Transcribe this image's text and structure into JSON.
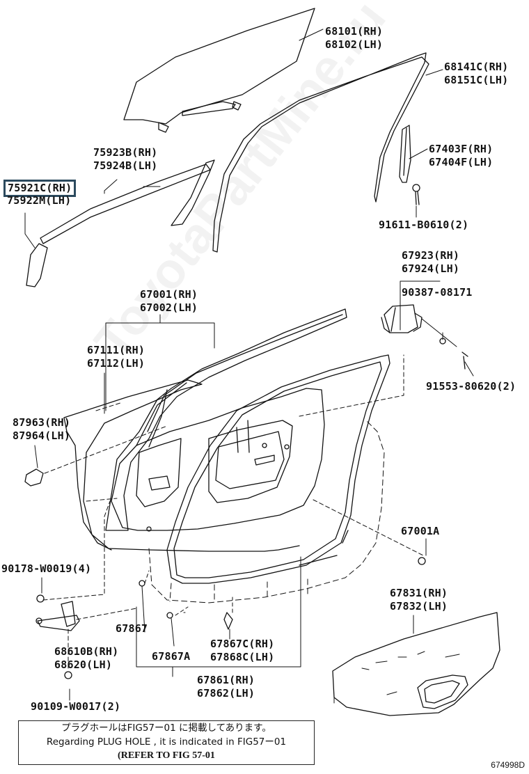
{
  "watermark": "ToyotaPartMine.ru",
  "labels": {
    "p68101": [
      "68101(RH)",
      "68102(LH)"
    ],
    "p68141": [
      "68141C(RH)",
      "68151C(LH)"
    ],
    "p67403": [
      "67403F(RH)",
      "67404F(LH)"
    ],
    "p91611": "91611-B0610(2)",
    "p75923": [
      "75923B(RH)",
      "75924B(LH)"
    ],
    "p75921": [
      "75921C(RH)",
      "75922M(LH)"
    ],
    "p67923": [
      "67923(RH)",
      "67924(LH)"
    ],
    "p90387": "90387-08171",
    "p91553": "91553-80620(2)",
    "p67001": [
      "67001(RH)",
      "67002(LH)"
    ],
    "p67111": [
      "67111(RH)",
      "67112(LH)"
    ],
    "p87963": [
      "87963(RH)",
      "87964(LH)"
    ],
    "p67001A": "67001A",
    "p90178": "90178-W0019(4)",
    "p67831": [
      "67831(RH)",
      "67832(LH)"
    ],
    "p67867": "67867",
    "p68610": [
      "68610B(RH)",
      "68620(LH)"
    ],
    "p67867A": "67867A",
    "p67867C": [
      "67867C(RH)",
      "67868C(LH)"
    ],
    "p67861": [
      "67861(RH)",
      "67862(LH)"
    ],
    "p90109": "90109-W0017(2)"
  },
  "note": {
    "line1": "プラグホールはFIG57ー01 に掲載してあります。",
    "line2": "Regarding PLUG HOLE , it is indicated in FIG57ー01",
    "line3": "(REFER TO FIG 57-01"
  },
  "figure_code": "674998D",
  "highlight_color": "#2c4a5e"
}
